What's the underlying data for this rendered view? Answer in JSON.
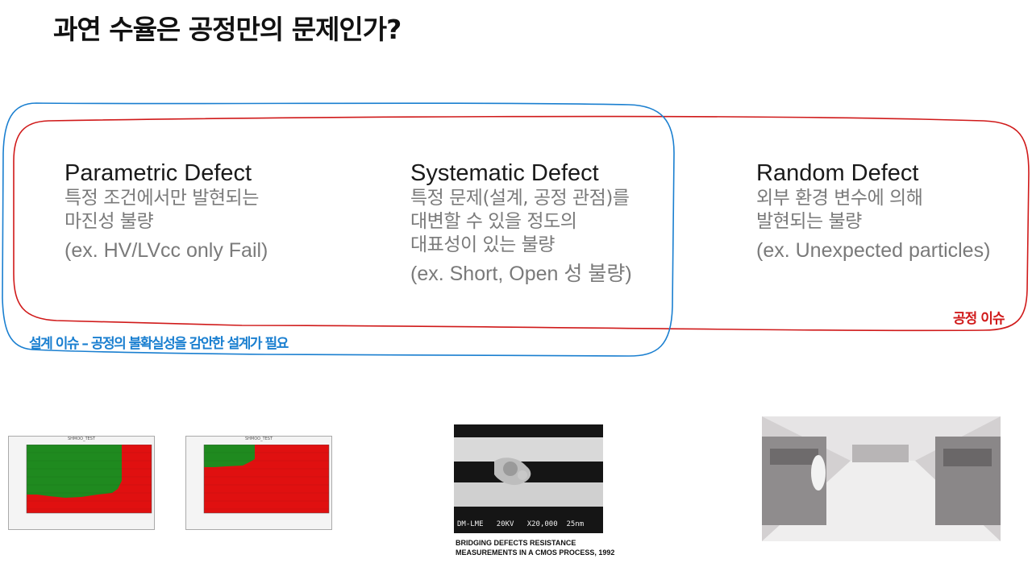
{
  "title": "과연 수율은 공정만의 문제인가?",
  "columns": [
    {
      "heading": "Parametric Defect",
      "description": "특정 조건에서만 발현되는\n마진성 불량",
      "example": "(ex. HV/LVcc only Fail)"
    },
    {
      "heading": "Systematic Defect",
      "description": "특정 문제(설계, 공정 관점)를\n대변할 수 있을 정도의\n대표성이 있는 불량",
      "example": "(ex. Short, Open 성 불량)"
    },
    {
      "heading": "Random Defect",
      "description": "외부 환경 변수에 의해\n발현되는 불량",
      "example": "(ex. Unexpected particles)"
    }
  ],
  "labels": {
    "process_issue": "공정 이슈",
    "design_issue": "설계 이슈 – 공정의 불확실성을 감안한 설계가 필요"
  },
  "colors": {
    "process_loop": "#d01a1a",
    "design_loop": "#1a7fd0",
    "pass": "#1f8a1f",
    "fail": "#e01010"
  },
  "images": {
    "shmoo_left_header": "SHMOO_TEST",
    "shmoo_right_header": "SHMOO_TEST",
    "sem_overlay_text": "DM-LME   20KV   X20,000  25nm",
    "sem_caption": "BRIDGING DEFECTS RESISTANCE\nMEASUREMENTS IN A CMOS PROCESS, 1992"
  }
}
